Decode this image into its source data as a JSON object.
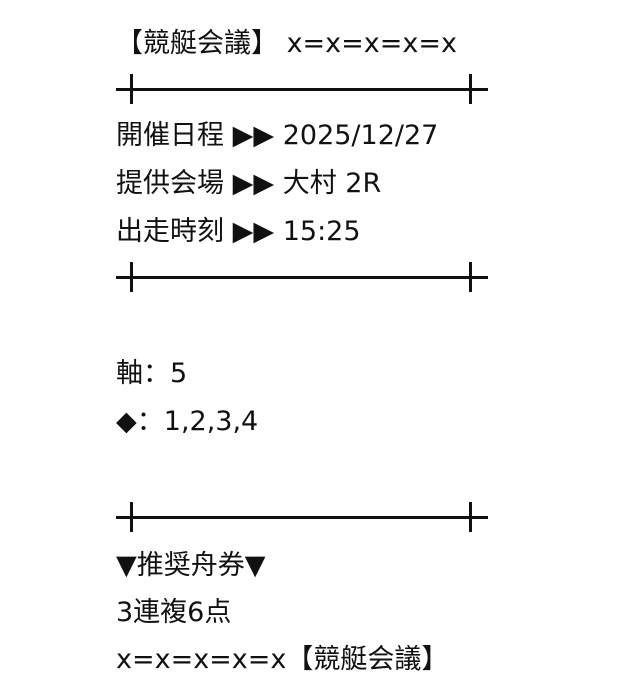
{
  "header": "【競艇会議】 x=x=x=x=x",
  "date": {
    "label": "開催日程",
    "arrow": "▶▶",
    "value": "2025/12/27"
  },
  "venue": {
    "label": "提供会場",
    "arrow": "▶▶",
    "value": "大村 2R"
  },
  "time": {
    "label": "出走時刻",
    "arrow": "▶▶",
    "value": "15:25"
  },
  "axis": "軸：5",
  "partners": "◆：1,2,3,4",
  "recommend_title": "▼推奨舟券▼",
  "ticket": "3連複6点",
  "footer": "x=x=x=x=x【競艇会議】"
}
